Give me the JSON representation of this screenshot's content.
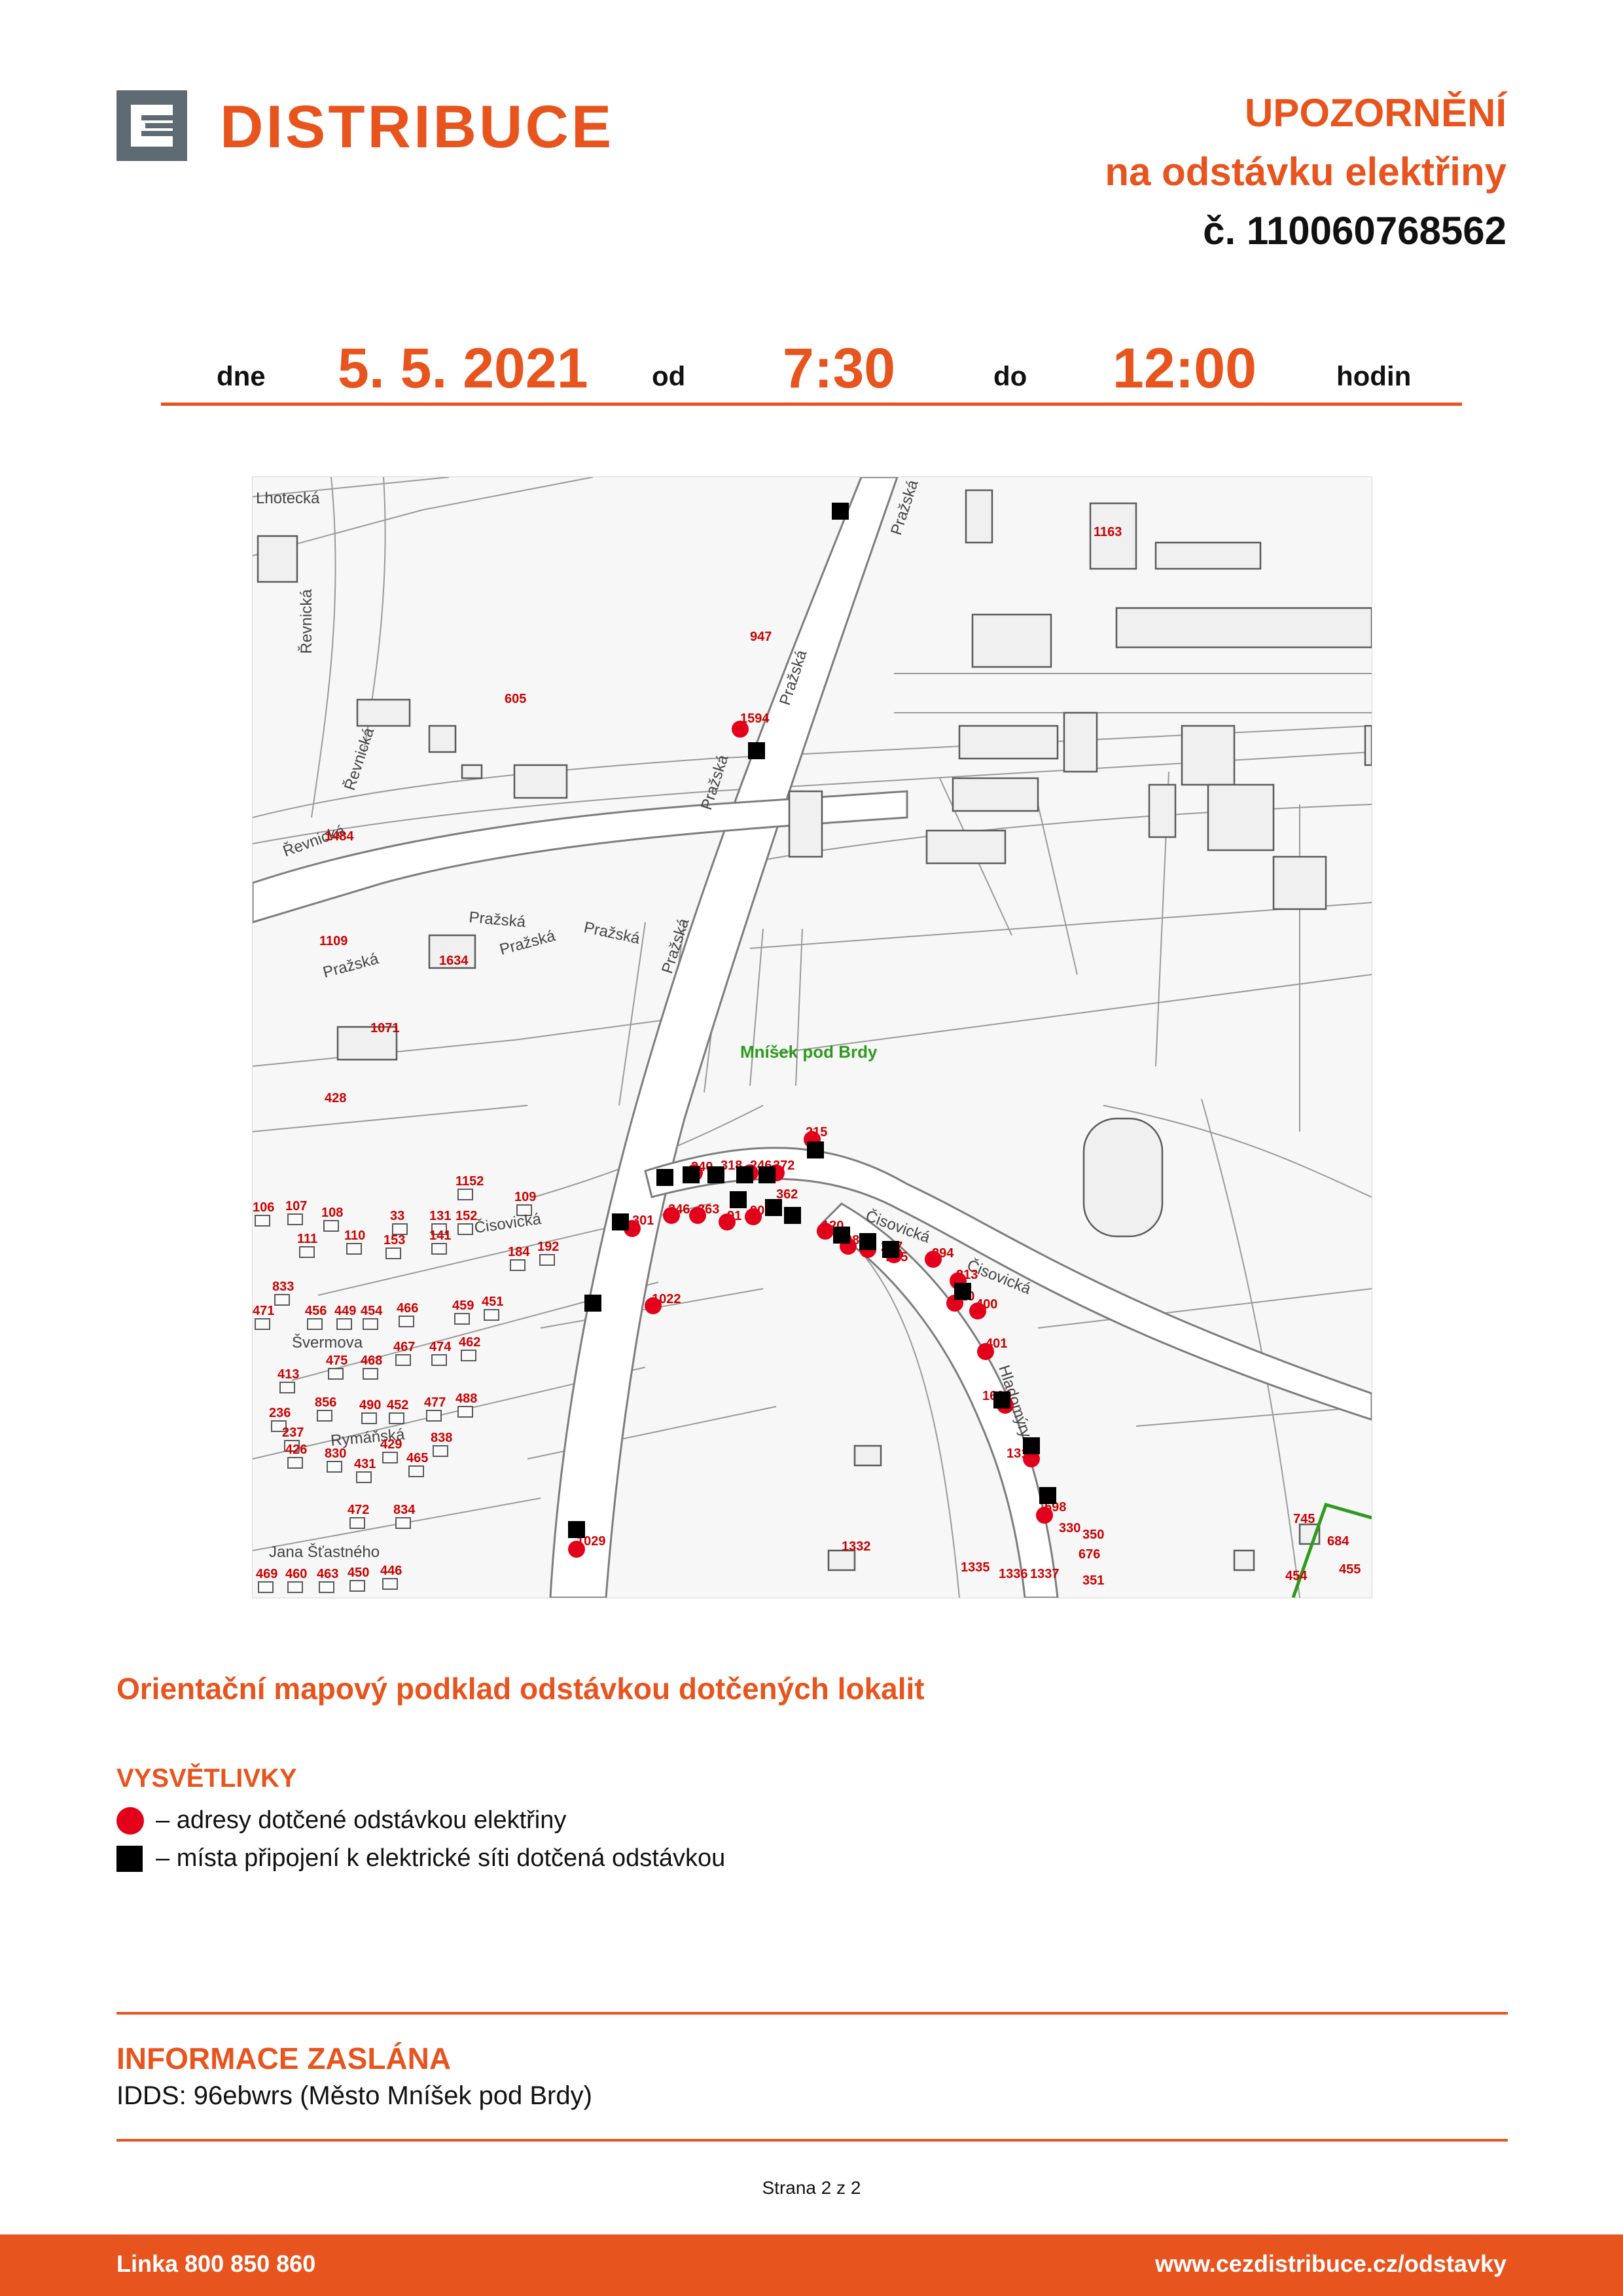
{
  "header": {
    "brand": "DISTRIBUCE",
    "title_line1": "UPOZORNĚNÍ",
    "title_line2": "na odstávku elektřiny",
    "number": "č. 110060768562"
  },
  "schedule": {
    "date_label": "dne",
    "date": "5. 5. 2021",
    "from_label": "od",
    "from_time": "7:30",
    "to_label": "do",
    "to_time": "12:00",
    "unit_label": "hodin"
  },
  "map": {
    "town_label": "Mníšek pod Brdy",
    "streets": [
      "Lhotecká",
      "Řevnická",
      "Řevnická",
      "Řevnická",
      "Pražská",
      "Pražská",
      "Pražská",
      "Pražská",
      "Pražská",
      "Pražská",
      "Pražská",
      "Pražská",
      "Čisovická",
      "Čisovická",
      "Čisovická",
      "Švermova",
      "Rymáňská",
      "Jana Šťastného",
      "Hladomýrych"
    ],
    "house_numbers": [
      "1163",
      "947",
      "605",
      "1594",
      "1484",
      "1109",
      "1634",
      "1071",
      "428",
      "215",
      "240",
      "318",
      "246",
      "372",
      "362",
      "346",
      "363",
      "91",
      "90",
      "301",
      "120",
      "281",
      "287",
      "285",
      "294",
      "213",
      "410",
      "400",
      "401",
      "1600",
      "1319",
      "598",
      "330",
      "350",
      "676",
      "351",
      "1337",
      "1336",
      "1335",
      "1332",
      "1029",
      "1022",
      "745",
      "684",
      "455",
      "454",
      "1152",
      "109",
      "106",
      "107",
      "108",
      "33",
      "131",
      "152",
      "111",
      "110",
      "153",
      "141",
      "184",
      "192",
      "833",
      "471",
      "456",
      "449",
      "454",
      "466",
      "459",
      "451",
      "467",
      "474",
      "462",
      "475",
      "468",
      "413",
      "856",
      "490",
      "452",
      "477",
      "488",
      "236",
      "237",
      "426",
      "830",
      "429",
      "838",
      "465",
      "431",
      "472",
      "834",
      "469",
      "460",
      "463",
      "450",
      "446"
    ]
  },
  "caption": "Orientační mapový podklad odstávkou dotčených lokalit",
  "legend": {
    "heading": "VYSVĚTLIVKY",
    "dot_text": "– adresy dotčené odstávkou elektřiny",
    "square_text": "– místa připojení k elektrické síti dotčená odstávkou"
  },
  "info": {
    "heading": "INFORMACE ZASLÁNA",
    "text": "IDDS: 96ebwrs (Město Mníšek pod Brdy)"
  },
  "page_number": "Strana 2 z 2",
  "footer": {
    "hotline": "Linka 800 850 860",
    "url": "www.cezdistribuce.cz/odstavky"
  },
  "colors": {
    "accent": "#e8541e",
    "marker_red": "#e3001b",
    "marker_black": "#000000",
    "boundary_green": "#2e9a1e",
    "logo_gray": "#5f6b73"
  }
}
